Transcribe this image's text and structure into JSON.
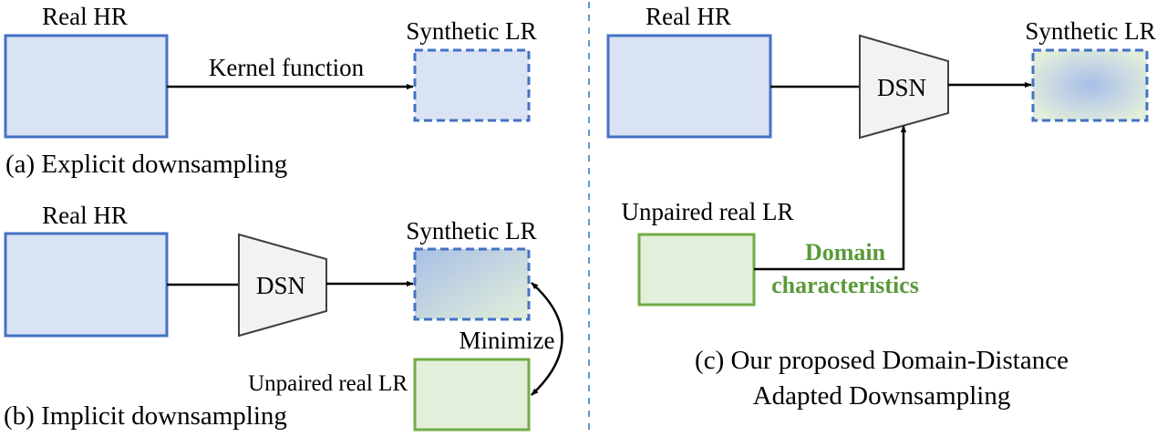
{
  "colors": {
    "hr_fill": "#dae3f3",
    "hr_stroke": "#4472c4",
    "lr_green_fill": "#e2efda",
    "lr_green_stroke": "#70ad47",
    "dsn_fill": "#f2f2f2",
    "dsn_stroke": "#404040",
    "accent_green_text": "#5a9a3a",
    "divider": "#5b9bd5"
  },
  "panel_a": {
    "real_hr": "Real HR",
    "synthetic_lr": "Synthetic LR",
    "edge_label": "Kernel function",
    "caption": "(a) Explicit downsampling"
  },
  "panel_b": {
    "real_hr": "Real HR",
    "network": "DSN",
    "synthetic_lr": "Synthetic LR",
    "unpaired_lr": "Unpaired real LR",
    "relation_label": "Minimize",
    "caption": "(b) Implicit downsampling"
  },
  "panel_c": {
    "real_hr": "Real HR",
    "network": "DSN",
    "synthetic_lr": "Synthetic LR",
    "unpaired_lr": "Unpaired real LR",
    "edge_label_line1": "Domain",
    "edge_label_line2": "characteristics",
    "caption_line1": "(c) Our proposed Domain-Distance",
    "caption_line2": "Adapted Downsampling"
  }
}
